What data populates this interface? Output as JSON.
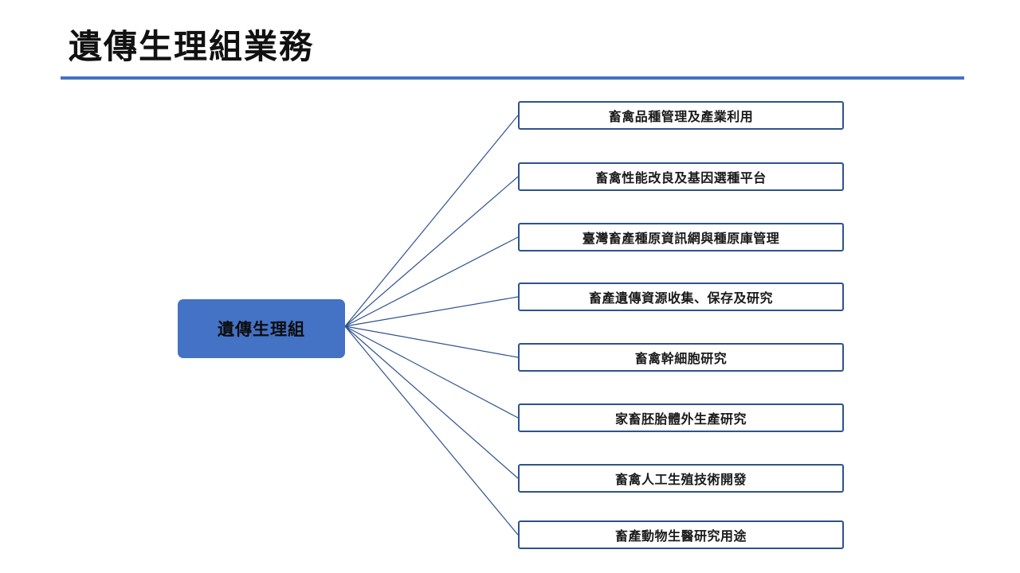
{
  "slide": {
    "title": "遺傳生理組業務"
  },
  "diagram": {
    "root": {
      "label": "遺傳生理組",
      "color": "#4472c4"
    },
    "branches": [
      "畜禽品種管理及產業利用",
      "畜禽性能改良及基因選種平台",
      "臺灣畜產種原資訊網與種原庫管理",
      "畜產遺傳資源收集、保存及研究",
      "畜禽幹細胞研究",
      "家畜胚胎體外生產研究",
      "畜禽人工生殖技術開發",
      "畜產動物生醫研究用途"
    ],
    "line_color": "#2f528f",
    "accent_color": "#4472c4"
  }
}
